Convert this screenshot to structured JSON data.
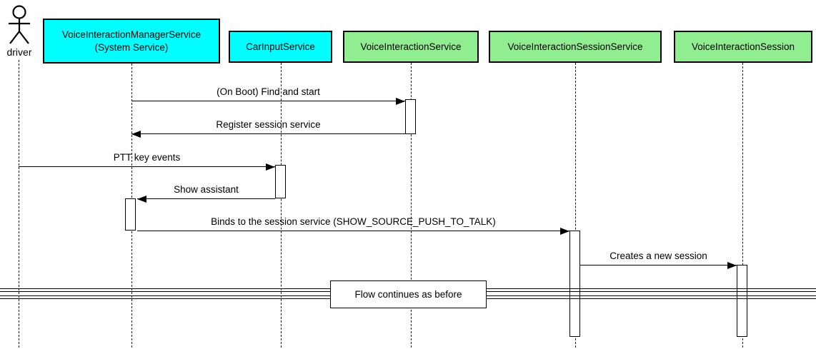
{
  "diagram": {
    "type": "uml-sequence-diagram",
    "background": "#FFFFFF",
    "line_color": "#000000"
  },
  "actor": {
    "name": "driver"
  },
  "participants": [
    {
      "name": "VoiceInteractionManagerService",
      "subtitle": "(System Service)",
      "fill": "#00FFFF"
    },
    {
      "name": "CarInputService",
      "subtitle": "",
      "fill": "#00FFFF"
    },
    {
      "name": "VoiceInteractionService",
      "subtitle": "",
      "fill": "#90EE90"
    },
    {
      "name": "VoiceInteractionSessionService",
      "subtitle": "",
      "fill": "#90EE90"
    },
    {
      "name": "VoiceInteractionSession",
      "subtitle": "",
      "fill": "#90EE90"
    }
  ],
  "messages": [
    {
      "from": "VoiceInteractionManagerService",
      "to": "VoiceInteractionService",
      "label": "(On Boot) Find and start",
      "direction": "right"
    },
    {
      "from": "VoiceInteractionService",
      "to": "VoiceInteractionManagerService",
      "label": "Register session service",
      "direction": "left"
    },
    {
      "from": "driver",
      "to": "CarInputService",
      "label": "PTT key events",
      "direction": "right"
    },
    {
      "from": "CarInputService",
      "to": "VoiceInteractionManagerService",
      "label": "Show assistant",
      "direction": "left"
    },
    {
      "from": "VoiceInteractionManagerService",
      "to": "VoiceInteractionSessionService",
      "label": "Binds to the session service (SHOW_SOURCE_PUSH_TO_TALK)",
      "direction": "right"
    },
    {
      "from": "VoiceInteractionSessionService",
      "to": "VoiceInteractionSession",
      "label": "Creates a new session",
      "direction": "right"
    }
  ],
  "divider": {
    "label": "Flow continues as before"
  },
  "colors": {
    "cyan": "#00FFFF",
    "green": "#90EE90"
  }
}
